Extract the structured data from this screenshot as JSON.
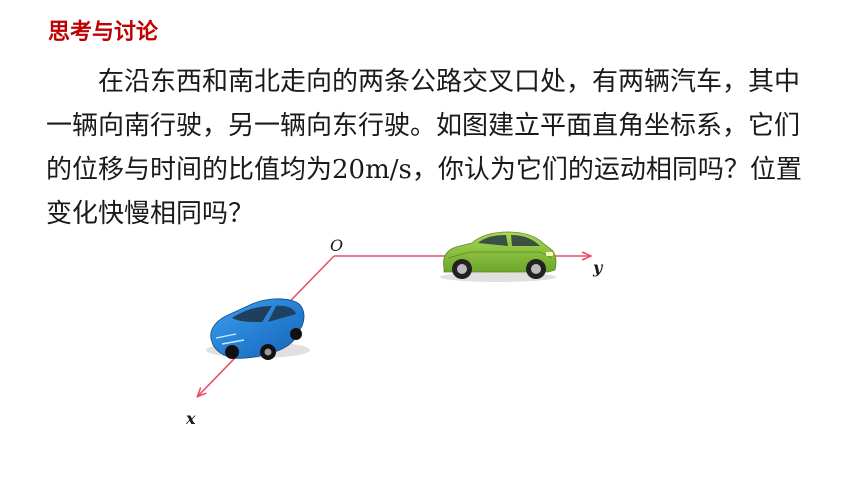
{
  "heading": "思考与讨论",
  "paragraph": "在沿东西和南北走向的两条公路交叉口处，有两辆汽车，其中一辆向南行驶，另一辆向东行驶。如图建立平面直角坐标系，它们的位移与时间的比值均为20m/s，你认为它们的运动相同吗？位置变化快慢相同吗？",
  "diagram": {
    "origin_label": "O",
    "x_axis_label": "x",
    "y_axis_label": "y",
    "axis_color": "#e8506a",
    "green_car_color": "#8cc63f",
    "blue_car_color": "#1e7fd8"
  }
}
